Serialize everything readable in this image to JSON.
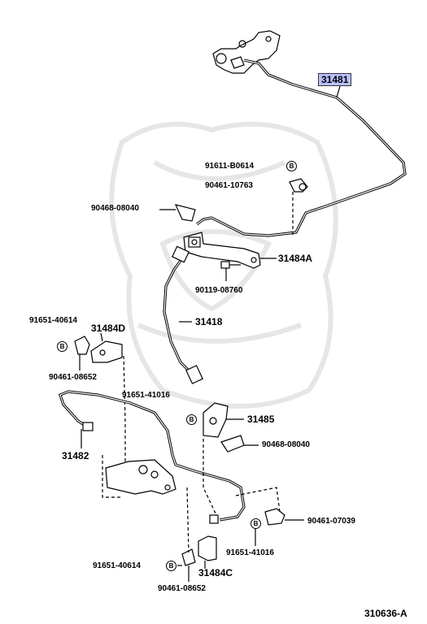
{
  "diagram_id": "310636-A",
  "circle_marker": "B",
  "callouts": {
    "p31481": "31481",
    "p91611_b0614": "91611-B0614",
    "p90461_10763": "90461-10763",
    "p90468_08040_top": "90468-08040",
    "p31484a": "31484A",
    "p90119_08760": "90119-08760",
    "p31418": "31418",
    "p91651_40614_left": "91651-40614",
    "p31484d": "31484D",
    "p90461_08652_left": "90461-08652",
    "p91651_41016_mid": "91651-41016",
    "p31485": "31485",
    "p90468_08040_mid": "90468-08040",
    "p31482": "31482",
    "p90461_07039": "90461-07039",
    "p91651_41016_low": "91651-41016",
    "p91651_40614_bottom": "91651-40614",
    "p31484c": "31484C",
    "p90461_08652_bottom": "90461-08652"
  },
  "colors": {
    "line": "#000000",
    "highlight": "#b9bfff",
    "watermark": "#e8e8e8"
  }
}
